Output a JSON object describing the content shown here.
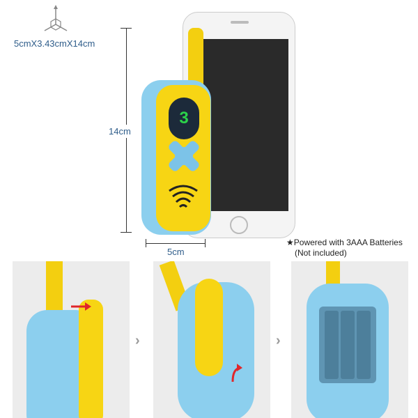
{
  "dimensions": {
    "overall": "5cmX3.43cmX14cm",
    "height": "14cm",
    "width": "5cm"
  },
  "display": {
    "digit": "3",
    "color": "#2bd24a"
  },
  "note": {
    "star": "★",
    "line1": "Powered with 3AAA Batteries",
    "line2": "(Not included)"
  },
  "colors": {
    "body": "#8ccfee",
    "face": "#f7d514",
    "text": "#2f5d8a",
    "panel": "#ececec",
    "arrow": "#e0262a"
  },
  "steps": {
    "separator": "›"
  }
}
